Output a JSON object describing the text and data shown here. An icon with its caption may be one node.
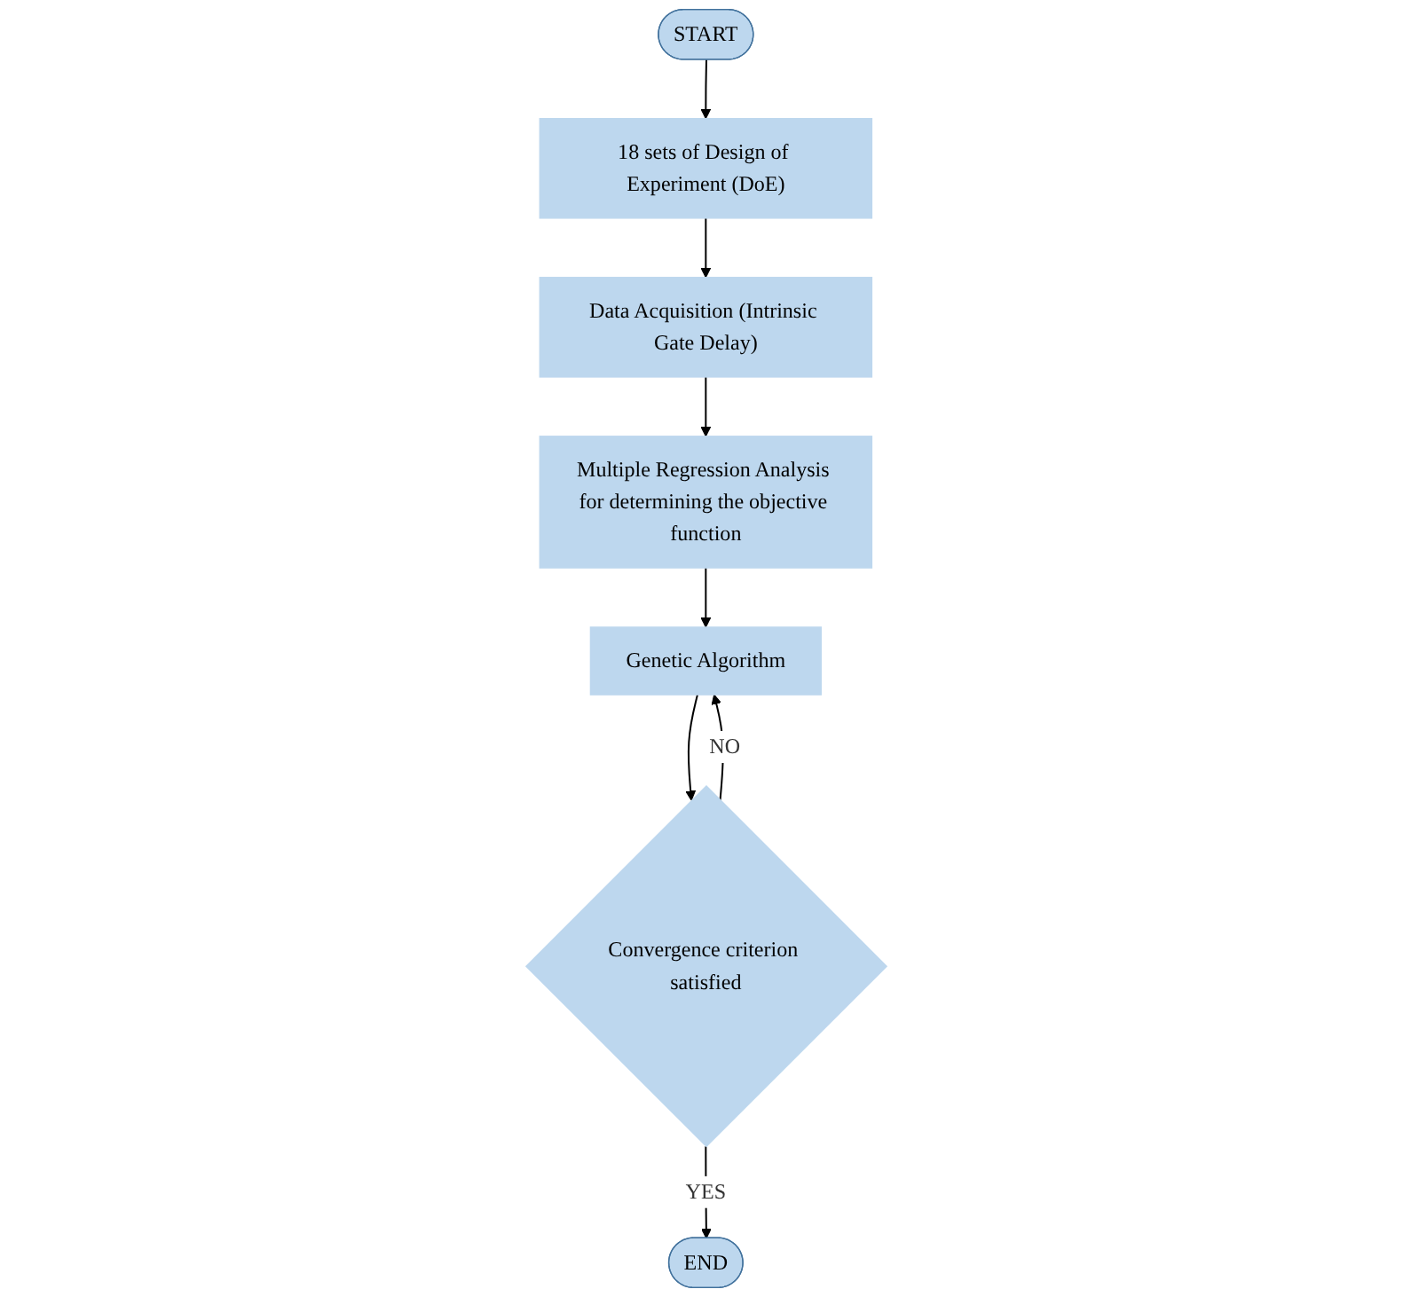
{
  "diagram": {
    "nodes": [
      {
        "text": [
          "START"
        ]
      },
      {
        "text": [
          "18 sets of Design of Experiment (DoE)"
        ]
      },
      {
        "text": [
          "Data Acquisition (Intrinsic Gate Delay)"
        ]
      },
      {
        "text": [
          "Multiple Regression Analysis for determining the objective function"
        ]
      },
      {
        "text": [
          "Genetic Algorithm"
        ]
      },
      {
        "text": [
          "Convergence criterion satisfied"
        ]
      },
      {
        "text": [
          "END"
        ]
      }
    ],
    "edges": [
      {
        "from": 0,
        "to": 1,
        "arrow": "to"
      },
      {
        "from": 1,
        "to": 2,
        "arrow": "to"
      },
      {
        "from": 2,
        "to": 3,
        "arrow": "to"
      },
      {
        "from": 3,
        "to": 4,
        "arrow": "to"
      },
      {
        "from": 4,
        "to": 5,
        "arrow": "to"
      },
      {
        "from": 5,
        "to": 6,
        "label": "YES",
        "arrow": "to"
      },
      {
        "from": 5,
        "to": 4,
        "label": "NO",
        "arrow": "to"
      }
    ]
  }
}
